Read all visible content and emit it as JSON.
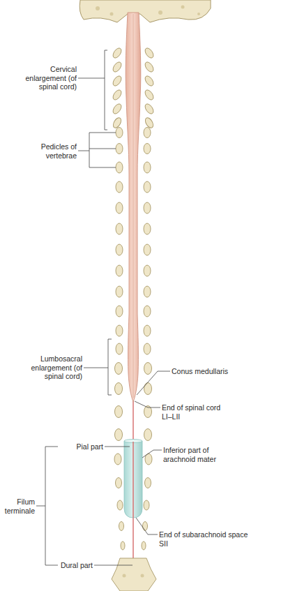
{
  "diagram": {
    "labels": [
      "Cervical enlargement (of spinal cord)",
      "Pedicles of vertebrae",
      "Lumbosacral enlargement (of spinal cord)",
      "Conus medullaris",
      "End of spinal cord LI–LII",
      "Pial part",
      "Inferior part of arachnoid mater",
      "Filum terminale",
      "End of subarachnoid space SII",
      "Dural part"
    ]
  }
}
